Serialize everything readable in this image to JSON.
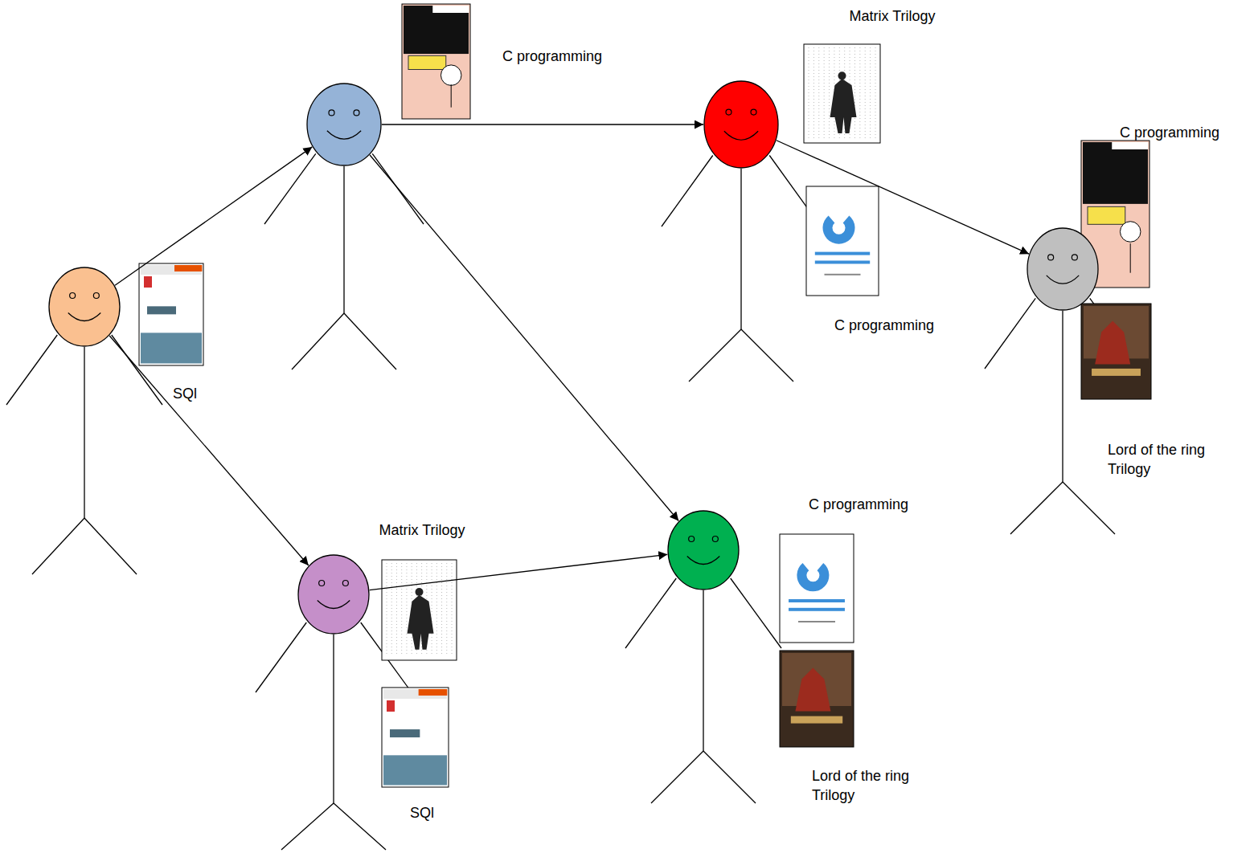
{
  "diagram": {
    "nodes": [
      {
        "text": [
          "SQl"
        ]
      },
      {
        "text": [
          "C programming"
        ]
      },
      {
        "text": [
          "Matrix Trilogy",
          "C programming"
        ]
      },
      {
        "text": [
          "C programming",
          "Lord of the ring Trilogy"
        ]
      },
      {
        "text": [
          "Matrix Trilogy",
          "SQl"
        ]
      },
      {
        "text": [
          "C programming",
          "Lord of the ring Trilogy"
        ]
      }
    ],
    "edges": [
      {
        "from": 0,
        "to": 1,
        "arrow": "to"
      },
      {
        "from": 0,
        "to": 4,
        "arrow": "to"
      },
      {
        "from": 1,
        "to": 2,
        "arrow": "to"
      },
      {
        "from": 1,
        "to": 5,
        "arrow": "to"
      },
      {
        "from": 2,
        "to": 3,
        "arrow": "to"
      },
      {
        "from": 4,
        "to": 5,
        "arrow": "to"
      }
    ]
  }
}
